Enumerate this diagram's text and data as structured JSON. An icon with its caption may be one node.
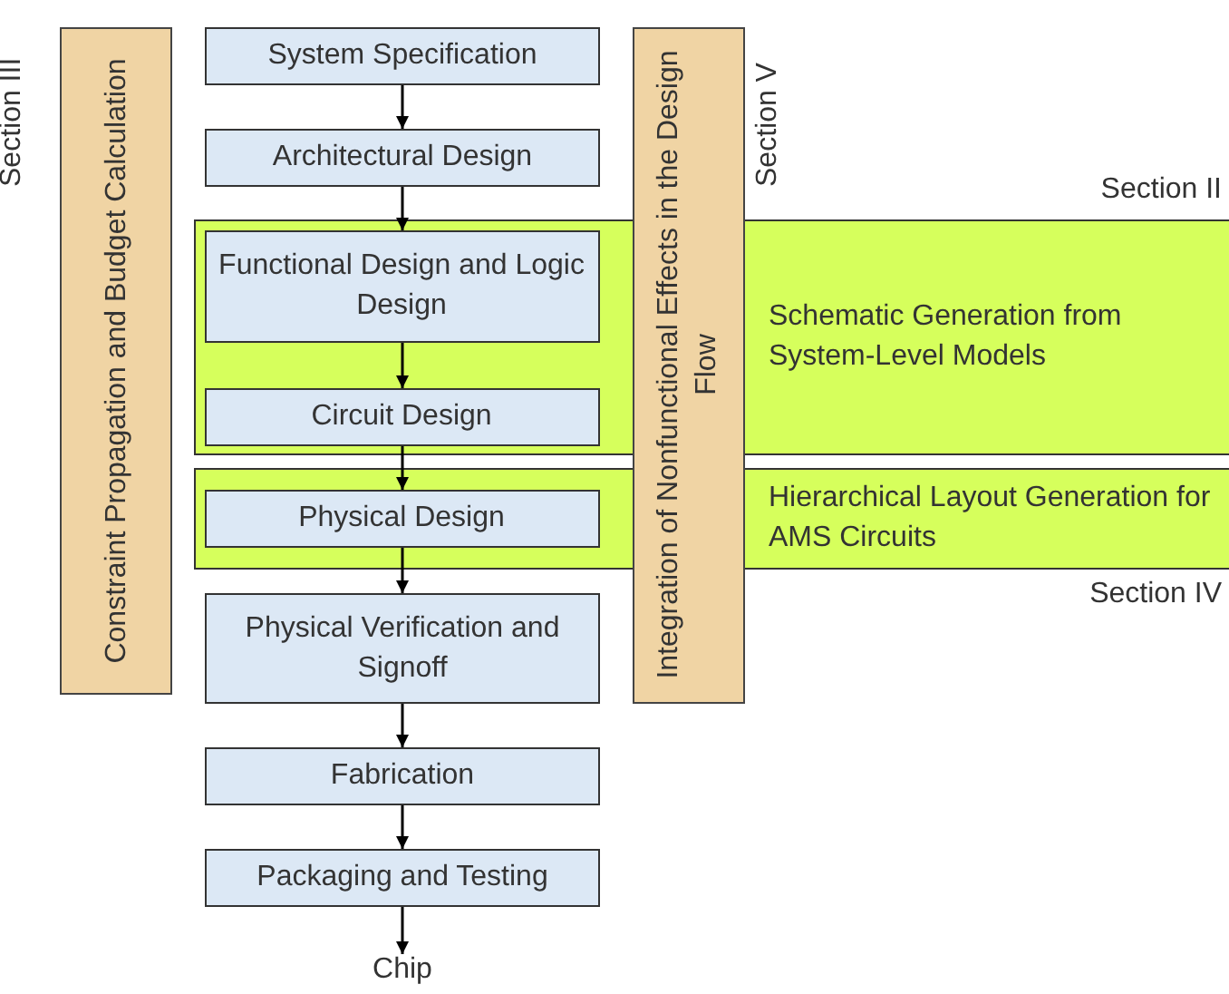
{
  "diagram": {
    "nodes": [
      {
        "text": [
          "Constraint Propagation and Budget Calculation"
        ],
        "beside": [
          "Section III"
        ]
      },
      {
        "text": [
          "System Specification"
        ]
      },
      {
        "text": [
          "Architectural Design"
        ]
      },
      {
        "text": [
          "Schematic Generation from System-Level Models"
        ],
        "beside": [
          "Section II"
        ]
      },
      {
        "text": [
          "Functional Design and Logic Design"
        ],
        "in": 3
      },
      {
        "text": [
          "Circuit Design"
        ],
        "in": 3
      },
      {
        "text": [
          "Hierarchical Layout Generation for AMS Circuits"
        ],
        "beside": [
          "Section IV"
        ]
      },
      {
        "text": [
          "Physical Design"
        ],
        "in": 6
      },
      {
        "text": [
          "Physical Verification and Signoff"
        ]
      },
      {
        "text": [
          "Fabrication"
        ]
      },
      {
        "text": [
          "Packaging and Testing"
        ]
      },
      {
        "text": [
          "Chip"
        ]
      },
      {
        "text": [
          "Integration of Nonfunctional Effects in the Design Flow"
        ],
        "beside": [
          "Section V"
        ]
      }
    ],
    "edges": [
      {
        "from": 1,
        "to": 2,
        "arrow": "to"
      },
      {
        "from": 2,
        "to": 4,
        "arrow": "to"
      },
      {
        "from": 4,
        "to": 5,
        "arrow": "to"
      },
      {
        "from": 5,
        "to": 7,
        "arrow": "to"
      },
      {
        "from": 7,
        "to": 8,
        "arrow": "to"
      },
      {
        "from": 8,
        "to": 9,
        "arrow": "to"
      },
      {
        "from": 9,
        "to": 10,
        "arrow": "to"
      },
      {
        "from": 10,
        "to": 11,
        "arrow": "to"
      }
    ]
  }
}
